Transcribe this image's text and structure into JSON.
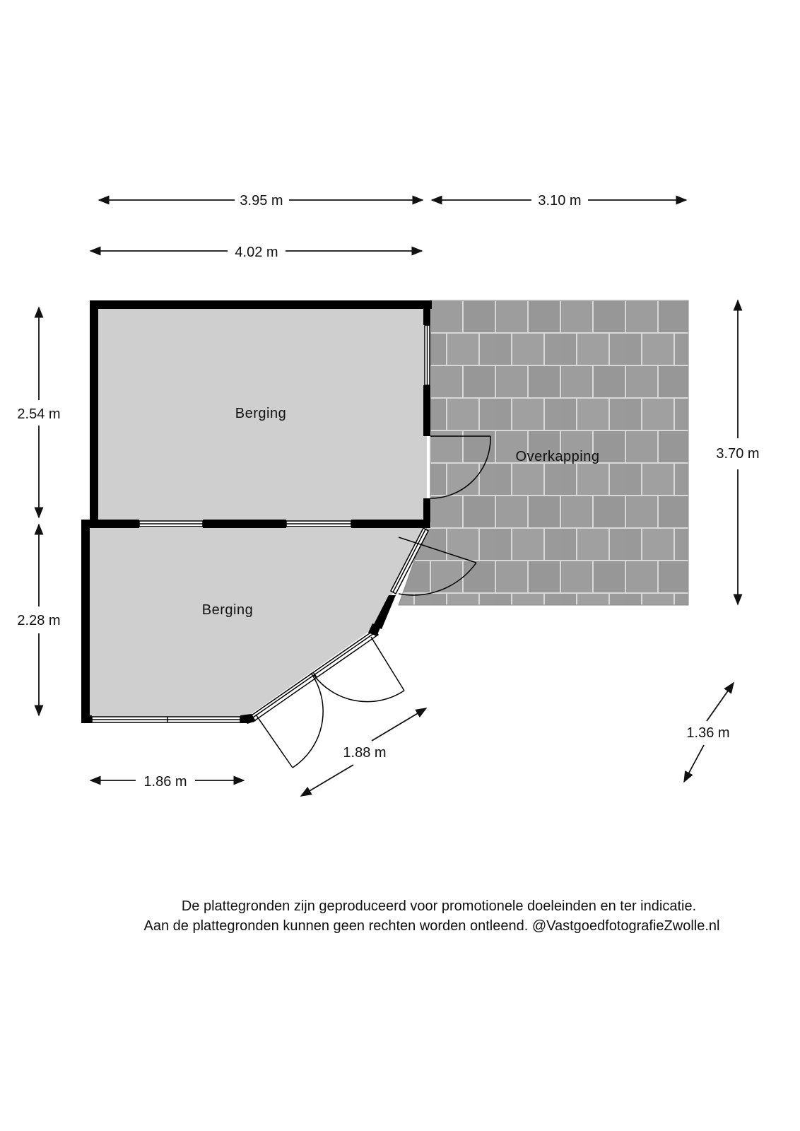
{
  "rooms": {
    "berging_top": "Berging",
    "berging_bottom": "Berging",
    "overkapping": "Overkapping"
  },
  "dimensions": {
    "top_left": "3.95 m",
    "top_right": "3.10 m",
    "second_row": "4.02 m",
    "left_upper": "2.54 m",
    "left_lower": "2.28 m",
    "right": "3.70 m",
    "bottom_left": "1.86 m",
    "bottom_diagonal": "1.88 m",
    "right_diagonal": "1.36 m"
  },
  "disclaimer": {
    "line1": "De plattegronden zijn geproduceerd voor promotionele doeleinden en ter indicatie.",
    "line2": "Aan de plattegronden kunnen geen rechten worden ontleend. @VastgoedfotografieZwolle.nl"
  },
  "colors": {
    "room_fill": "#cfcfcf",
    "wall": "#000000",
    "tile": "#9a9a9a",
    "tile_grout": "#d8d8d8"
  }
}
